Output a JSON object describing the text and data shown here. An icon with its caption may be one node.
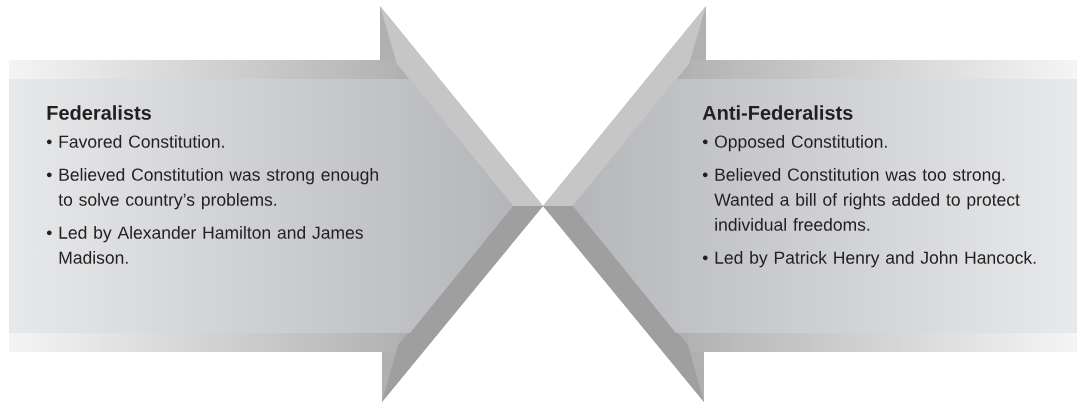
{
  "diagram": {
    "nodes": [
      {
        "text": [
          "Federalists",
          "• Favored Constitution.",
          "• Believed Constitution was strong enough to solve country’s problems.",
          "• Led by Alexander Hamilton and James Madison."
        ]
      },
      {
        "text": [
          "Anti-Federalists",
          "• Opposed Constitution.",
          "• Believed Constitution was too strong. Wanted a bill of rights added to protect individual freedoms.",
          "• Led by Patrick Henry and John Hancock."
        ]
      }
    ]
  }
}
